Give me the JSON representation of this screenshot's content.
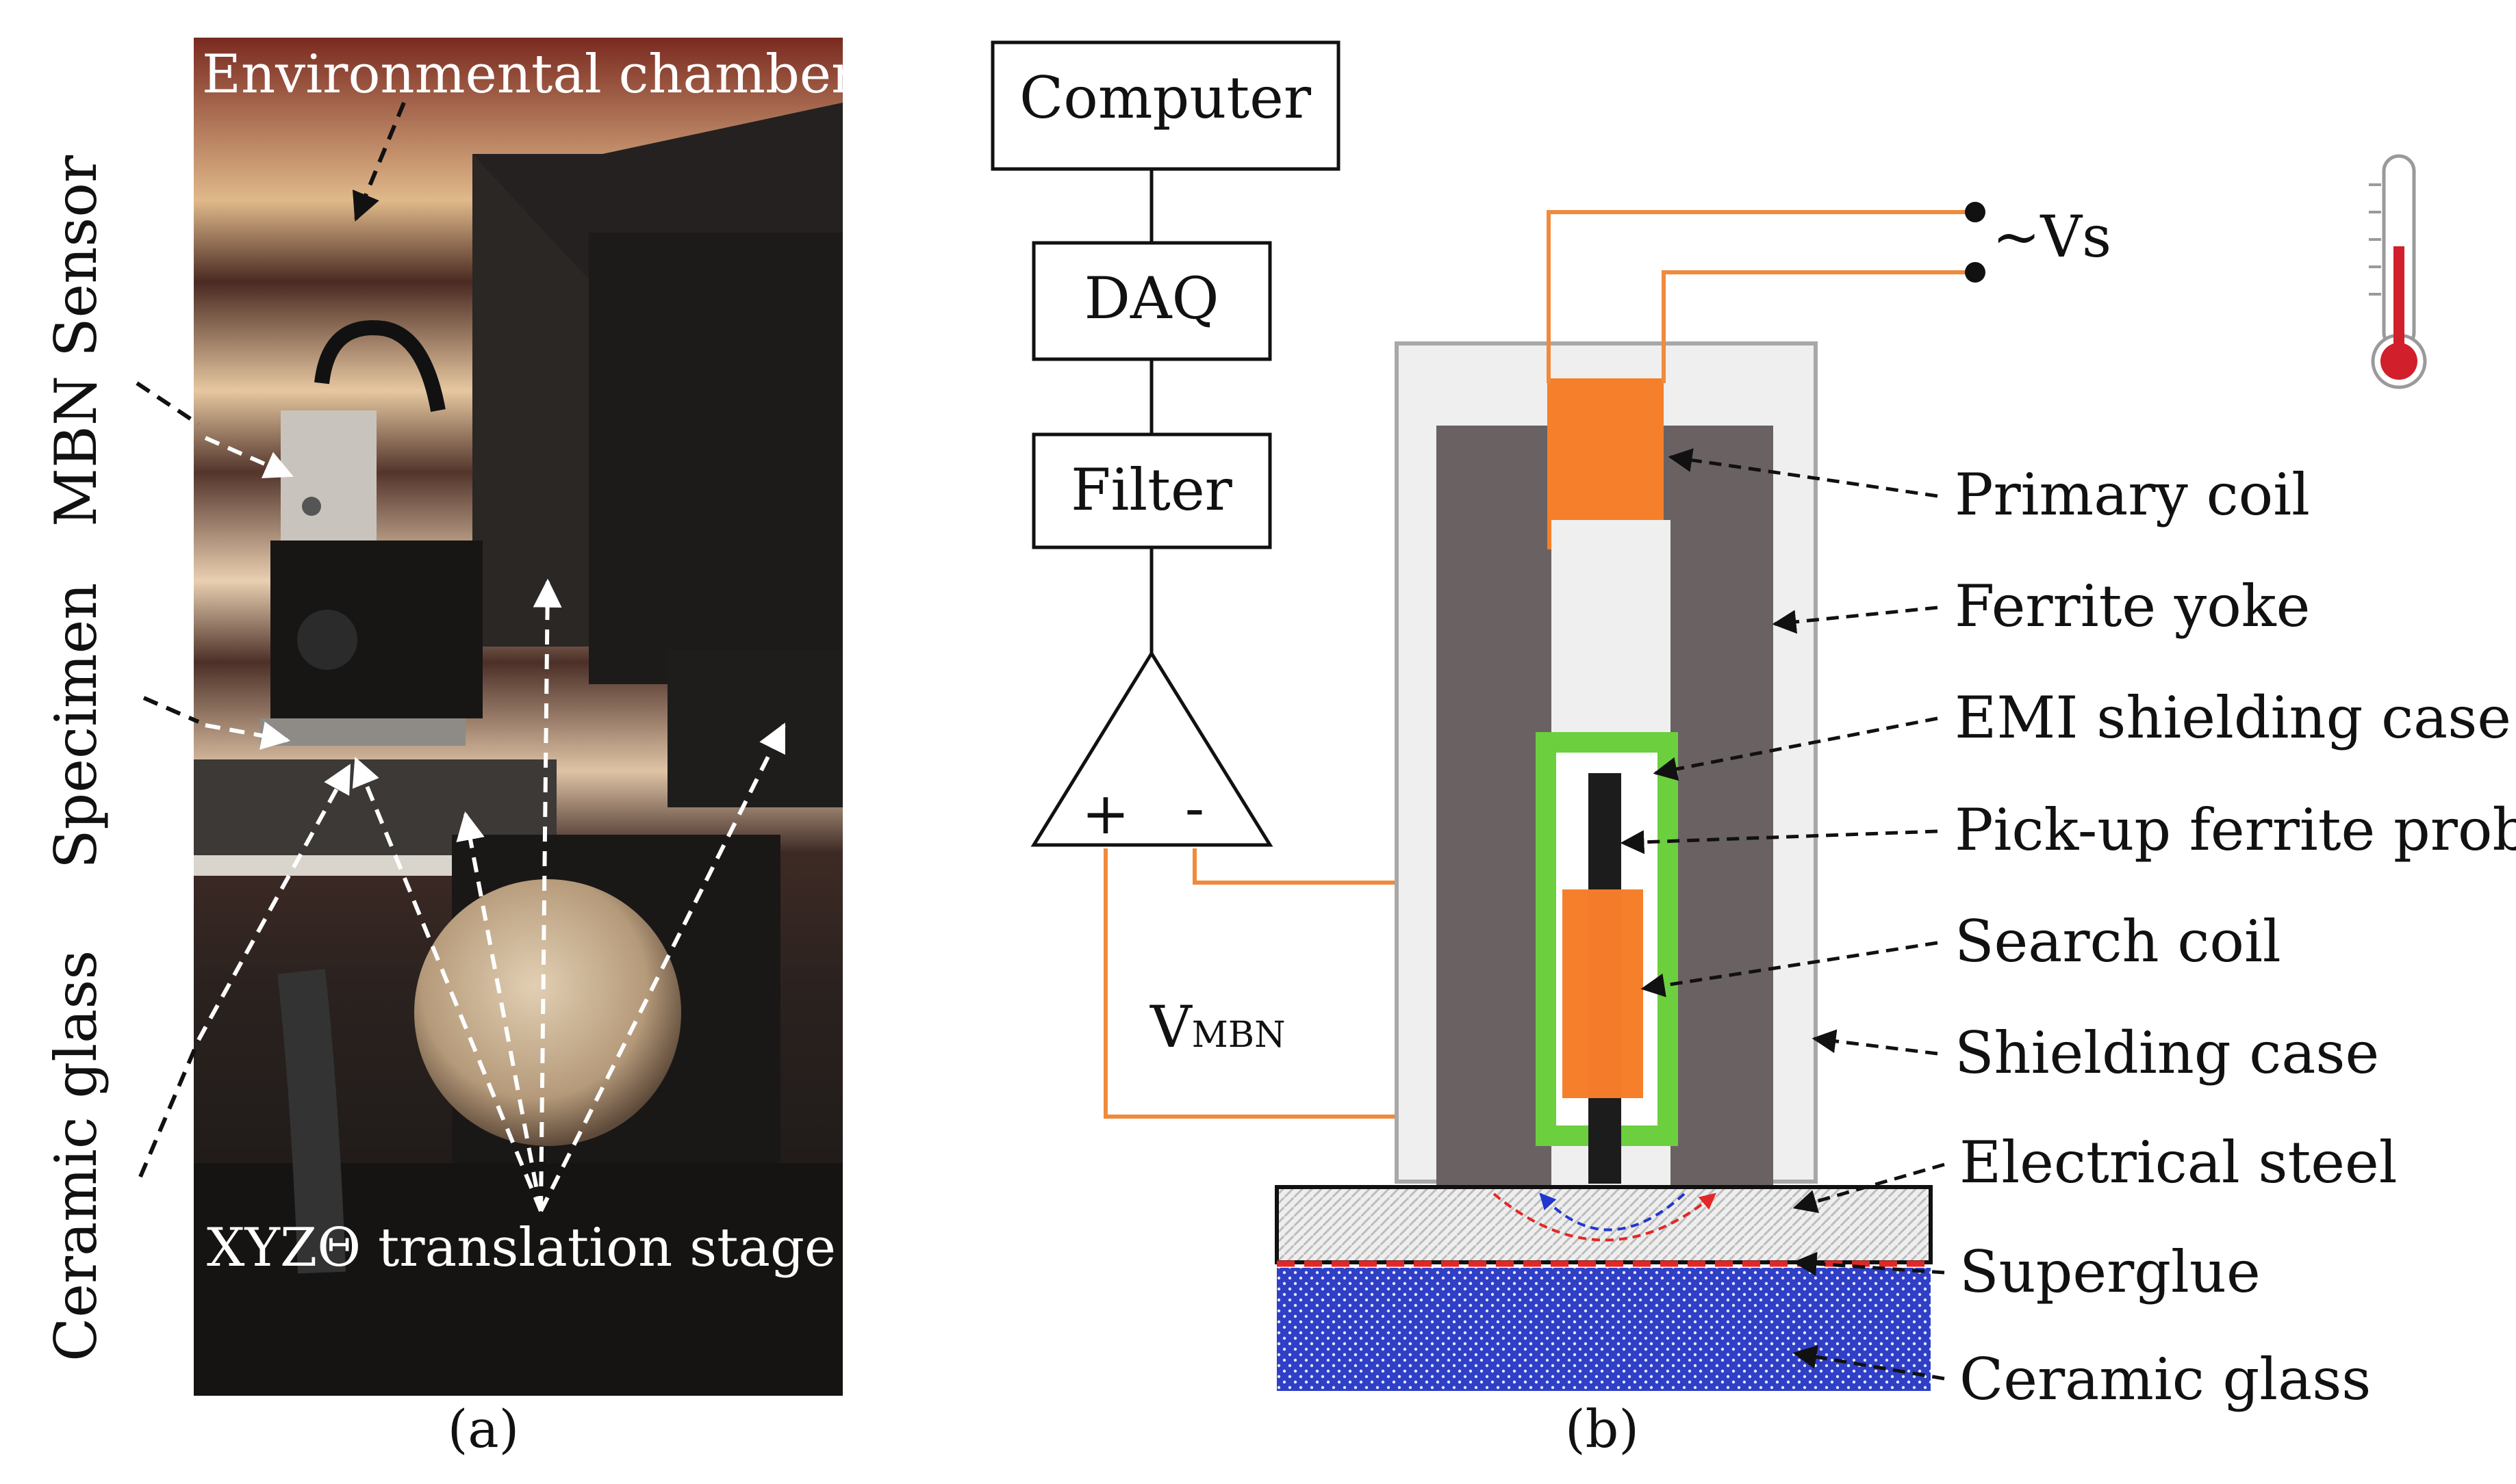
{
  "panel_a": {
    "labels": {
      "environmental_chamber": "Environmental chamber",
      "xyz_stage": "XYZΘ translation stage",
      "mbn_sensor": "MBN Sensor",
      "specimen": "Specimen",
      "ceramic_glass": "Ceramic glass"
    },
    "caption": "(a)"
  },
  "panel_b": {
    "blocks": {
      "computer": "Computer",
      "daq": "DAQ",
      "filter": "Filter"
    },
    "amp": {
      "plus": "+",
      "minus": "-"
    },
    "vmbn": {
      "main": "V",
      "sub": "MBN"
    },
    "source": "~Vs",
    "labels": {
      "primary_coil": "Primary coil",
      "ferrite_yoke": "Ferrite yoke",
      "emi_case": "EMI shielding case",
      "pickup_probe": "Pick-up ferrite probe",
      "search_coil": "Search coil",
      "shielding_case": "Shielding case",
      "electrical_steel": "Electrical steel",
      "superglue": "Superglue",
      "ceramic_glass": "Ceramic glass"
    },
    "caption": "(b)"
  },
  "colors": {
    "wire": "#f08a3c",
    "coil": "#f57f2a",
    "yoke": "#6a6262",
    "case_fill": "#efefef",
    "emi": "#6ccf3e",
    "probe": "#1c1c1c",
    "ceramic": "#2f3fc6",
    "glue": "#e32626",
    "thermo": "#d11f2b"
  }
}
